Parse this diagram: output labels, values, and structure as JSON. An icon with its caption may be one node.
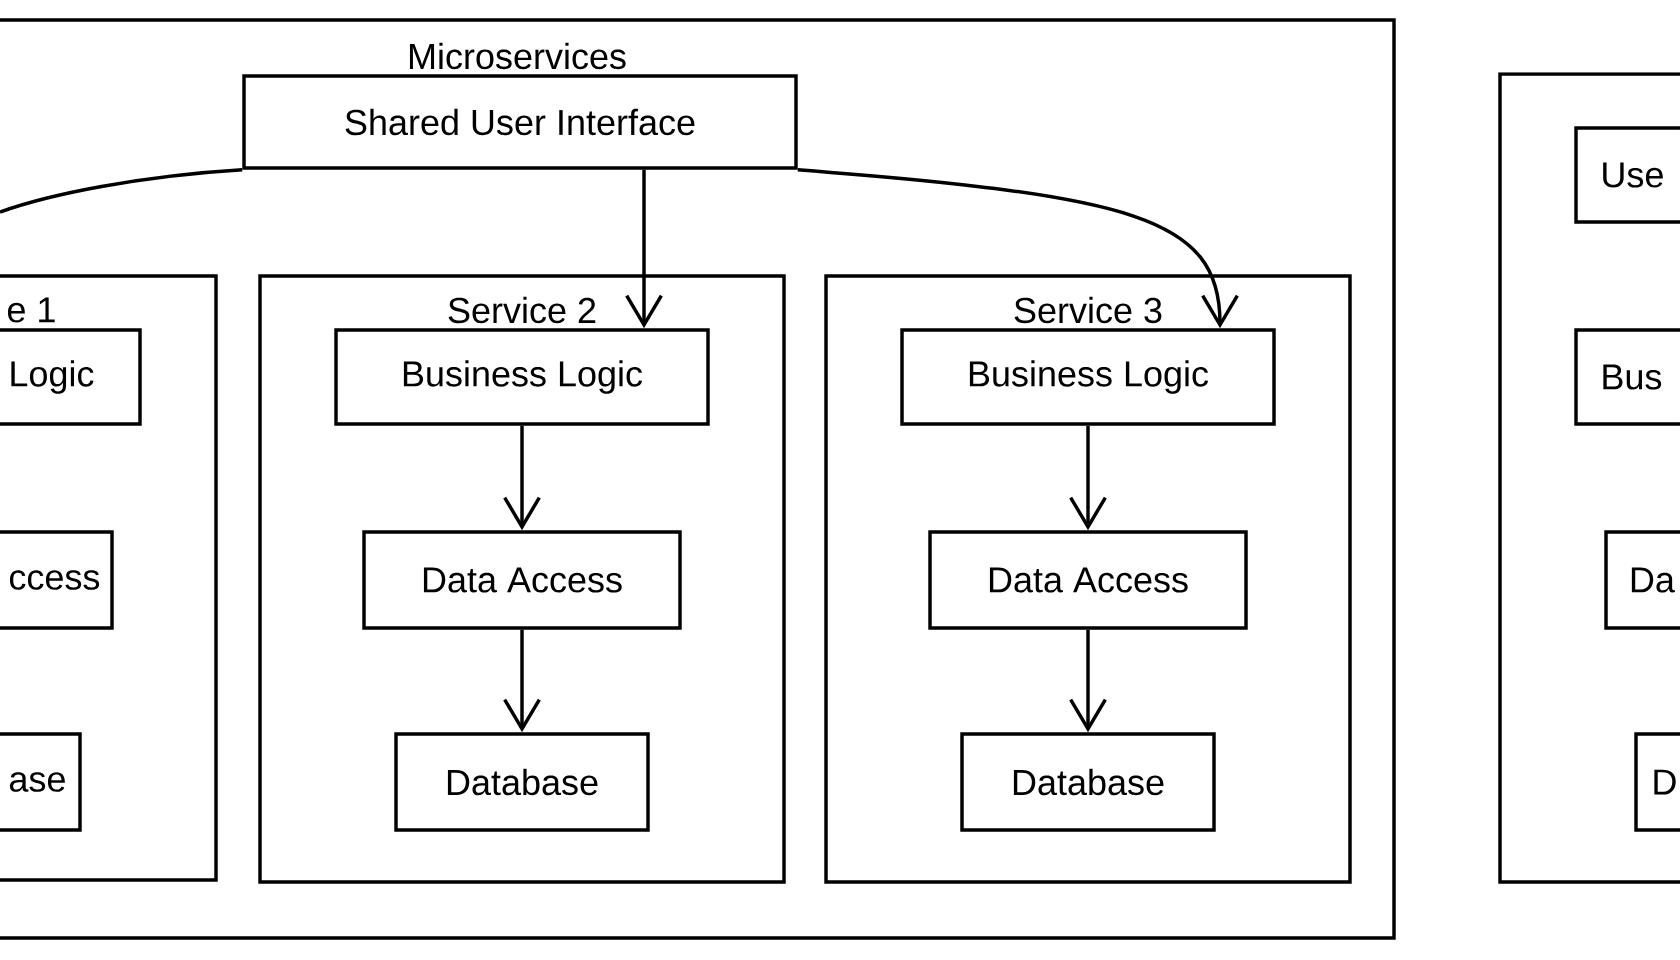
{
  "diagram": {
    "nodes": [
      {
        "text": [
          "Microservices"
        ]
      },
      {
        "text": [
          "Shared User Interface"
        ],
        "in": 0
      },
      {
        "text": [
          "e 1"
        ],
        "in": 0
      },
      {
        "text": [
          "Logic"
        ],
        "in": 2
      },
      {
        "text": [
          "ccess"
        ],
        "in": 2
      },
      {
        "text": [
          "ase"
        ],
        "in": 2
      },
      {
        "text": [
          "Service 2"
        ],
        "in": 0
      },
      {
        "text": [
          "Business Logic"
        ],
        "in": 6
      },
      {
        "text": [
          "Data Access"
        ],
        "in": 6
      },
      {
        "text": [
          "Database"
        ],
        "in": 6
      },
      {
        "text": [
          "Service 3"
        ],
        "in": 0
      },
      {
        "text": [
          "Business Logic"
        ],
        "in": 10
      },
      {
        "text": [
          "Data Access"
        ],
        "in": 10
      },
      {
        "text": [
          "Database"
        ],
        "in": 10
      },
      {
        "text": [],
        "shape": "box"
      },
      {
        "text": [
          "Use"
        ],
        "in": 14
      },
      {
        "text": [
          "Bus"
        ],
        "in": 14
      },
      {
        "text": [
          "Da"
        ],
        "in": 14
      },
      {
        "text": [
          "D"
        ],
        "in": 14
      }
    ],
    "edges": [
      {
        "from": 1,
        "to": null,
        "arrow": "none"
      },
      {
        "from": 1,
        "to": 7,
        "arrow": "to"
      },
      {
        "from": 1,
        "to": 11,
        "arrow": "to"
      },
      {
        "from": 7,
        "to": 8,
        "arrow": "to"
      },
      {
        "from": 8,
        "to": 9,
        "arrow": "to"
      },
      {
        "from": 11,
        "to": 12,
        "arrow": "to"
      },
      {
        "from": 12,
        "to": 13,
        "arrow": "to"
      }
    ]
  }
}
